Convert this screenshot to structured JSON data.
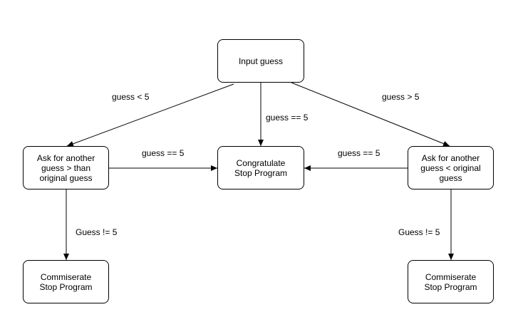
{
  "diagram": {
    "nodes": {
      "input": "Input guess",
      "congratulate": "Congratulate\nStop Program",
      "ask_left": "Ask for another\nguess > than\noriginal guess",
      "ask_right": "Ask for another\nguess < original\nguess",
      "commiserate_left": "Commiserate\nStop Program",
      "commiserate_right": "Commiserate\nStop Program"
    },
    "edges": {
      "input_to_ask_left": "guess < 5",
      "input_to_ask_right": "guess > 5",
      "input_to_congratulate": "guess == 5",
      "ask_left_to_congratulate": "guess == 5",
      "ask_right_to_congratulate": "guess == 5",
      "ask_left_to_commiserate": "Guess != 5",
      "ask_right_to_commiserate": "Guess != 5"
    }
  }
}
